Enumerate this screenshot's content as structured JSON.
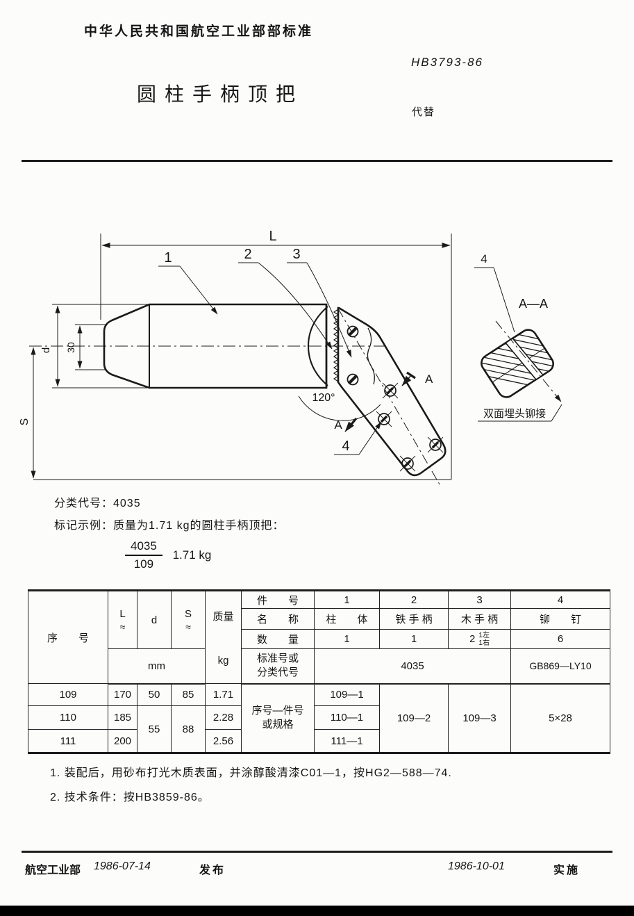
{
  "header": {
    "standard_body": "中华人民共和国航空工业部部标准",
    "standard_no": "HB3793-86",
    "title": "圆柱手柄顶把",
    "supersedes_label": "代替"
  },
  "drawing": {
    "dim_length": "L",
    "dim_diameter": "d",
    "dim_30": "30",
    "dim_s": "S",
    "angle": "120°",
    "part_1": "1",
    "part_2": "2",
    "part_3": "3",
    "part_4": "4",
    "section_arrow_label_upper": "A",
    "section_arrow_label_lower": "A",
    "section_view_title": "A—A",
    "section_part_label": "4",
    "rivet_note": "双面埋头铆接"
  },
  "classification": {
    "code_line": "分类代号：4035",
    "marking_example_line": "标记示例：质量为1.71 kg的圆柱手柄顶把：",
    "fraction_numerator": "4035",
    "fraction_denominator": "109",
    "fraction_suffix": "1.71 kg"
  },
  "table": {
    "col_serial": "序　　号",
    "col_L": "L",
    "col_L_approx": "≈",
    "col_d": "d",
    "col_S": "S",
    "col_S_approx": "≈",
    "col_mm": "mm",
    "col_mass": "质量",
    "col_mass_unit": "kg",
    "row_part_no": "件　　号",
    "row_name": "名　　称",
    "row_qty": "数　　量",
    "row_std": "标准号或\n分类代号",
    "part_no_1": "1",
    "part_no_2": "2",
    "part_no_3": "3",
    "part_no_4": "4",
    "name_1": "柱　　体",
    "name_2": "铁 手 柄",
    "name_3": "木 手 柄",
    "name_4": "铆　　钉",
    "qty_1": "1",
    "qty_2": "1",
    "qty_3_main": "2",
    "qty_3_sub_top": "1左",
    "qty_3_sub_bottom": "1右",
    "qty_4": "6",
    "std_code_123": "4035",
    "std_code_4": "GB869—LY10",
    "spec_label": "序号—件号\n或规格",
    "rows": [
      {
        "serial": "109",
        "L": "170",
        "d": "50",
        "S": "85",
        "mass": "1.71",
        "c1": "109—1"
      },
      {
        "serial": "110",
        "L": "185",
        "d": "55",
        "S": "88",
        "mass": "2.28",
        "c1": "110—1"
      },
      {
        "serial": "111",
        "L": "200",
        "mass": "2.56",
        "c1": "111—1"
      }
    ],
    "c2_value": "109—2",
    "c3_value": "109—3",
    "c4_value": "5×28"
  },
  "notes": {
    "note1": "1. 装配后，用砂布打光木质表面，并涂醇酸清漆C01—1，按HG2—588—74.",
    "note2": "2. 技术条件：按HB3859-86。"
  },
  "footer": {
    "issuer": "航空工业部",
    "issue_date": "1986-07-14",
    "issue_label": "发布",
    "impl_date": "1986-10-01",
    "impl_label": "实施"
  }
}
